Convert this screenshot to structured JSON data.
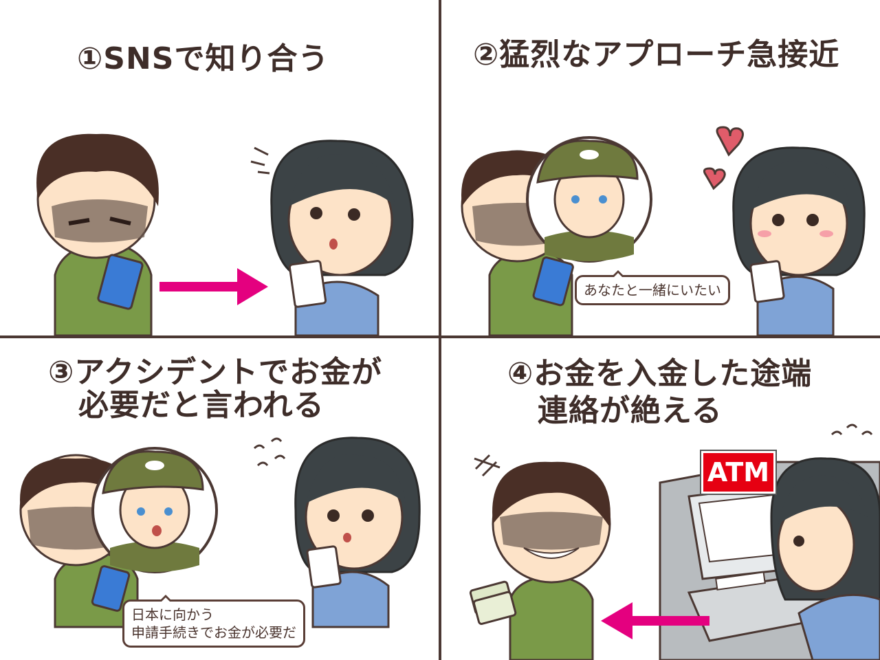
{
  "panels": [
    {
      "title_lines": [
        "①SNSで知り合う"
      ]
    },
    {
      "title_lines": [
        "②猛烈なアプローチ急接近"
      ],
      "bubble_lines": [
        "あなたと一緒にいたい"
      ]
    },
    {
      "title_lines": [
        "③アクシデントでお金が",
        "必要だと言われる"
      ],
      "bubble_lines": [
        "日本に向かう",
        "申請手続きでお金が必要だ"
      ]
    },
    {
      "title_lines": [
        "④お金を入金した途端",
        "連絡が絶える"
      ],
      "atm_label": "ATM"
    }
  ],
  "colors": {
    "divider": "#4b3833",
    "text": "#3e2d29",
    "arrow": "#e4007f",
    "atm_sign": "#e60012",
    "hair": "#3c4346",
    "man_hair": "#4a2f26",
    "shirt_man": "#7a9a48",
    "shirt_woman": "#7fa3d6",
    "phone_man": "#3a7bd5",
    "skin": "#fde3c8"
  }
}
